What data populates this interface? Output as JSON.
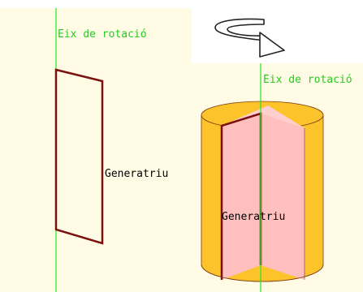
{
  "left_panel": {
    "axis_label": "Eix de rotació",
    "generatrix_label": "Generatriu"
  },
  "right_panel": {
    "axis_label": "Eix de rotació",
    "generatrix_label": "Generatriu"
  },
  "rotation_arrow": {
    "icon": "rotation-arrow-icon"
  },
  "colors": {
    "background": "#fffbe5",
    "axis": "#2ee62e",
    "generatrix_outline": "#7a1010",
    "cylinder_body": "#fcc32b",
    "cylinder_cutout": "#ffbfbf",
    "cylinder_outline": "#7a3b10",
    "label_text": "#000000",
    "axis_label_text": "#22cc22"
  }
}
